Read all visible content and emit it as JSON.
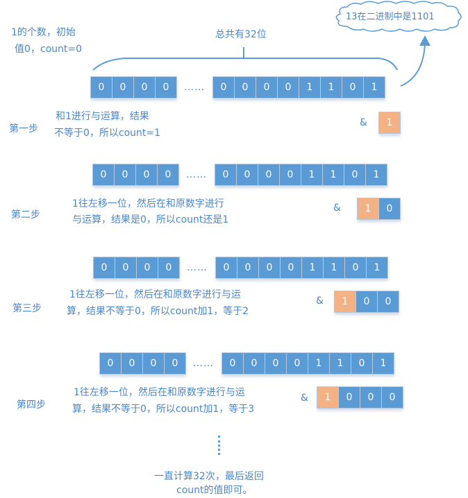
{
  "intro": {
    "line1": "1的个数，初始",
    "line2": "值0，count=0"
  },
  "brace_label": "总共有32位",
  "cloud_label": "13在二进制中是1101",
  "bits": {
    "left": [
      "0",
      "0",
      "0",
      "0"
    ],
    "ellipsis": "……",
    "right": [
      "0",
      "0",
      "0",
      "0",
      "1",
      "1",
      "0",
      "1"
    ]
  },
  "steps": [
    {
      "title": "第一步",
      "line1": "和1进行与运算，结果",
      "line2": "不等于0，所以count=1",
      "op": "&",
      "mask": [
        "1"
      ]
    },
    {
      "title": "第二步",
      "line1": "1往左移一位，然后在和原数字进行",
      "line2": "与运算，结果是0，所以count还是1",
      "op": "&",
      "mask": [
        "1",
        "0"
      ]
    },
    {
      "title": "第三步",
      "line1": "1往左移一位，然后在和原数字进行与运",
      "line2": "算，结果不等于0，所以count加1，等于2",
      "op": "&",
      "mask": [
        "1",
        "0",
        "0"
      ]
    },
    {
      "title": "第四步",
      "line1": "1往左移一位，然后在和原数字进行与运",
      "line2": "算，结果不等于0，所以count加1，等于3",
      "op": "&",
      "mask": [
        "1",
        "0",
        "0",
        "0"
      ]
    }
  ],
  "vertical_ellipsis": "⋮",
  "conclusion": {
    "line1": "一直计算32次，最后返回",
    "line2": "count的值即可。"
  },
  "colors": {
    "bit_blue": "#5b9bd5",
    "mask_orange": "#f4b183",
    "text_blue": "#4a86c5"
  }
}
